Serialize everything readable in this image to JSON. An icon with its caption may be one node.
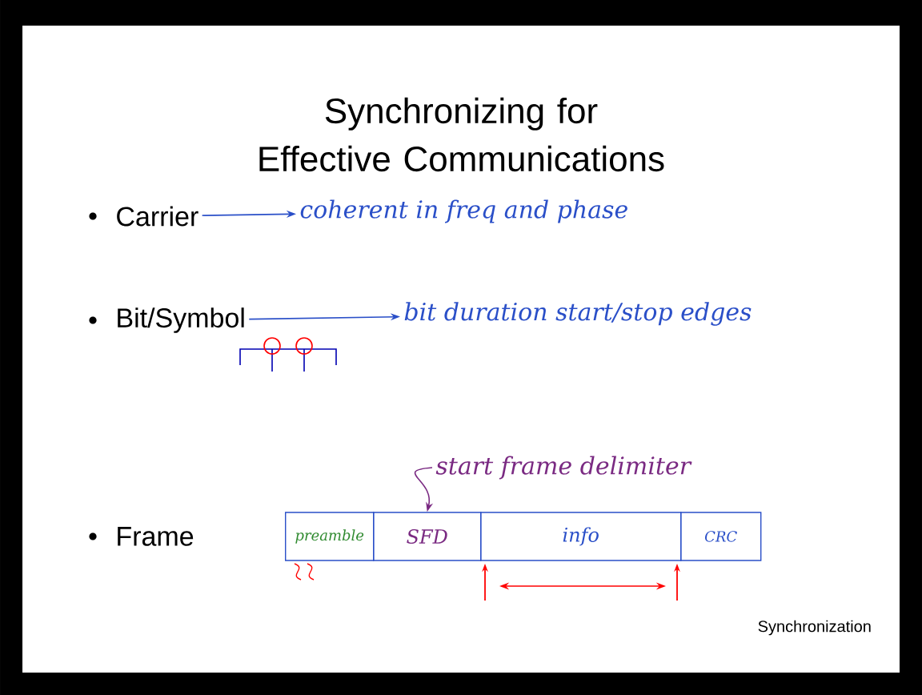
{
  "diagram": {
    "title": "Synchronizing for Effective Communications",
    "nodes": [
      {
        "text": [
          "Carrier"
        ]
      },
      {
        "text": [
          "coherent in freq and phase"
        ]
      },
      {
        "text": [
          "Bit/Symbol"
        ]
      },
      {
        "text": [
          "bit duration start/stop edges"
        ]
      },
      {
        "text": [
          "start frame delimiter"
        ]
      },
      {
        "text": [
          "preamble"
        ]
      },
      {
        "text": [
          "SFD"
        ]
      },
      {
        "text": [
          "info"
        ]
      },
      {
        "text": [
          "CRC"
        ]
      }
    ],
    "edges": [
      {
        "from": 0,
        "to": 1,
        "arrow": "to"
      },
      {
        "from": 2,
        "to": 3,
        "arrow": "to"
      },
      {
        "from": 4,
        "to": 6,
        "arrow": "to",
        "color": "#7a2a82"
      }
    ],
    "labels": [
      "Frame",
      "Synchronization"
    ]
  }
}
